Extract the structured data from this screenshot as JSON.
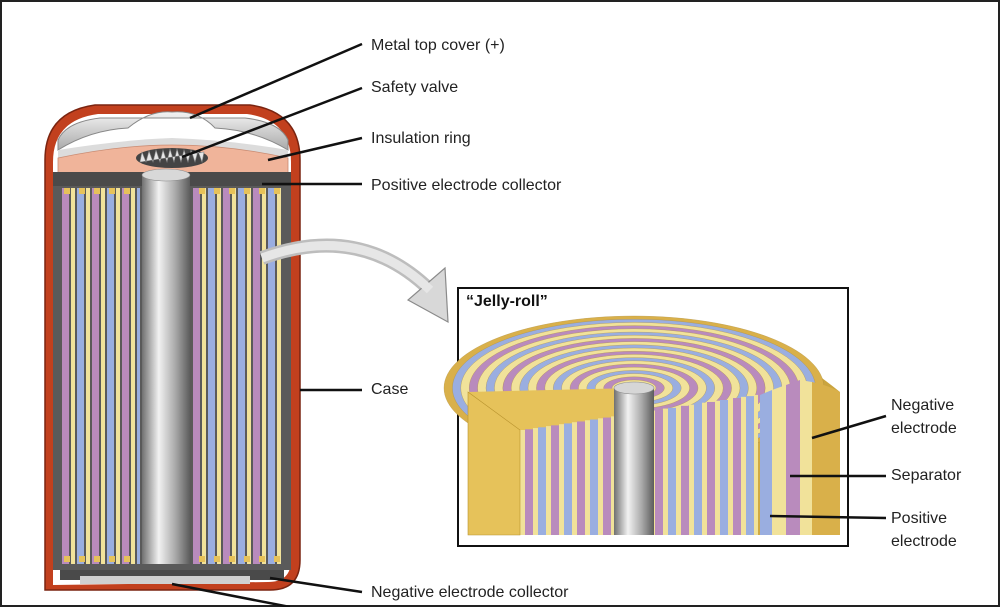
{
  "labels": {
    "metal_top_cover": "Metal top cover (+)",
    "safety_valve": "Safety valve",
    "insulation_ring": "Insulation ring",
    "positive_electrode_collector": "Positive electrode collector",
    "case": "Case",
    "negative_electrode_collector": "Negative electrode collector",
    "jelly_roll_title": "“Jelly-roll”",
    "negative_electrode": [
      "Negative",
      "electrode"
    ],
    "separator": "Separator",
    "positive_electrode": [
      "Positive",
      "electrode"
    ]
  },
  "colors": {
    "case": "#c2401e",
    "cover": "#c8c8c8",
    "insulation": "#f0b49a",
    "dark_fill": "#5a5a5a",
    "negative": "#b98bbd",
    "separator": "#f1e29a",
    "positive": "#9aaee0",
    "jelly_outer": "#e6c25a",
    "rod": "#b0b0b0"
  }
}
